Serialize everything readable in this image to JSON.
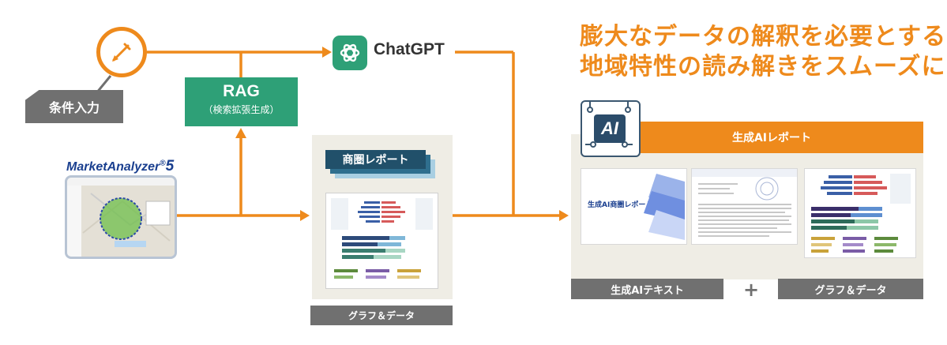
{
  "input": {
    "label": "条件入力"
  },
  "rag": {
    "title": "RAG",
    "subtitle": "（検索拡張生成）"
  },
  "chatgpt": {
    "label": "ChatGPT"
  },
  "headline": {
    "line1": "膨大なデータの解釈を必要とする",
    "line2": "地域特性の読み解きをスムーズに"
  },
  "market_analyzer": {
    "name": "MarketAnalyzer",
    "version": "5"
  },
  "trade_report": {
    "title": "商圏レポート",
    "caption": "グラフ＆データ"
  },
  "ai_report": {
    "title": "生成AIレポート",
    "chip": "AI",
    "cover_title": "生成AI商圏レポート",
    "text_caption": "生成AIテキスト",
    "plus": "+",
    "graph_caption": "グラフ＆データ"
  },
  "colors": {
    "orange": "#ee8a1c",
    "green": "#2ea077",
    "grey": "#707070",
    "navy": "#21506a"
  }
}
